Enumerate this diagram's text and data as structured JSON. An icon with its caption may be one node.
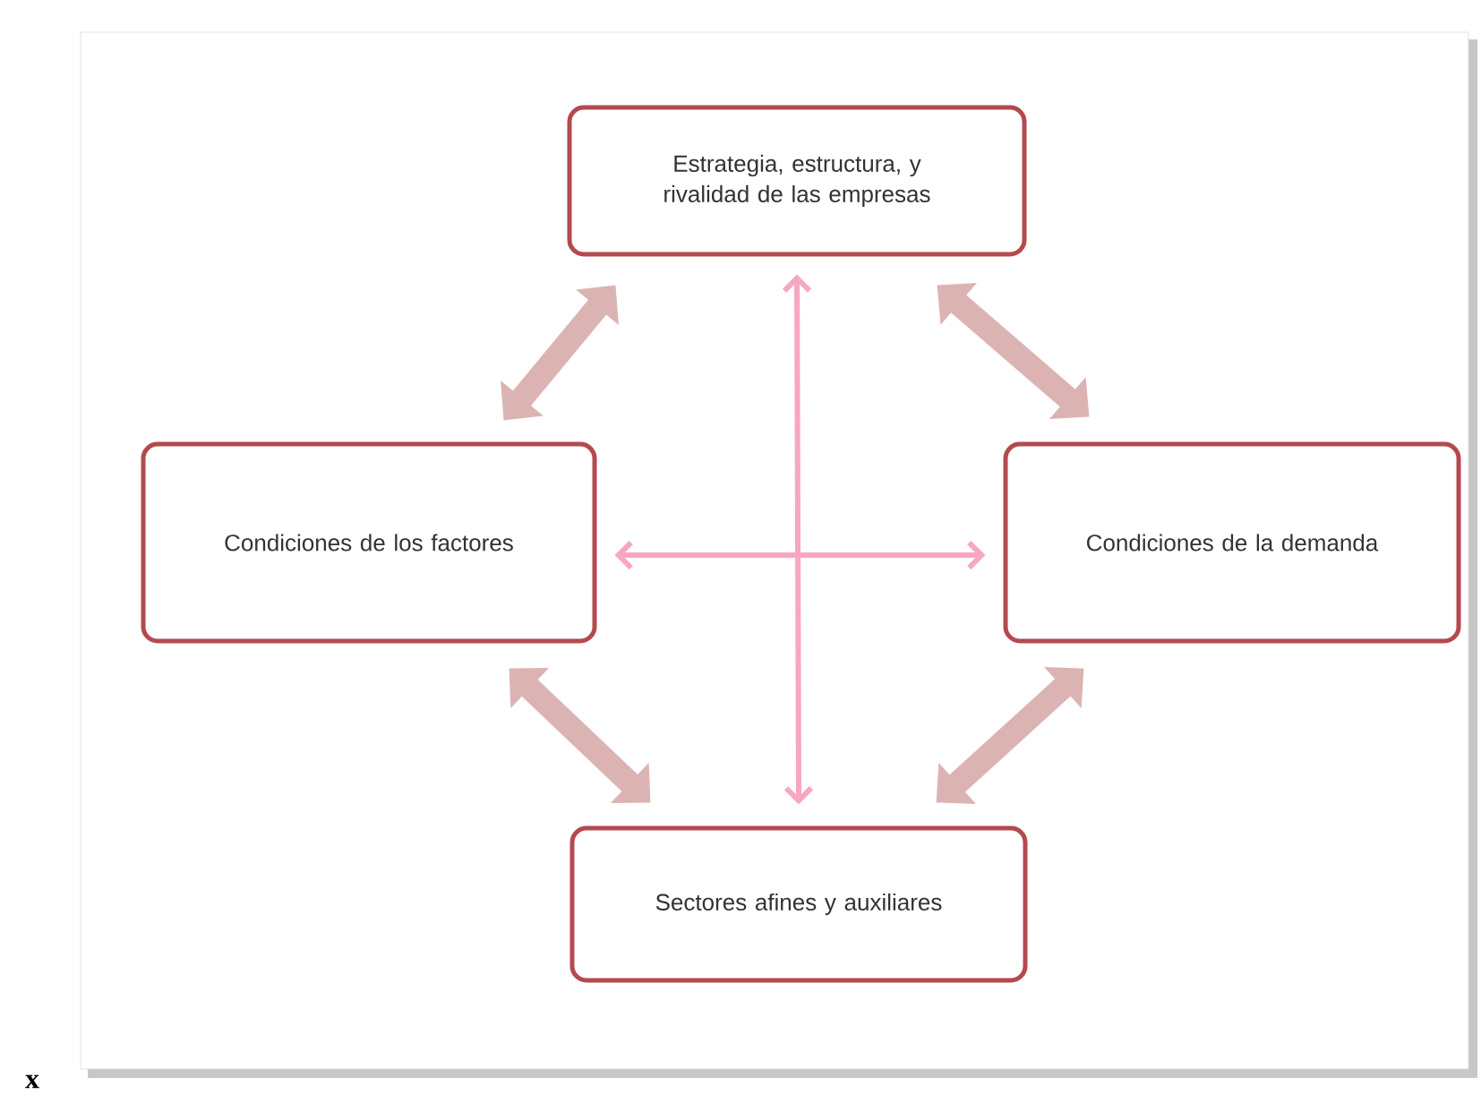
{
  "diagram": {
    "nodes": [
      {
        "text": [
          "Estrategia, estructura, y rivalidad de las empresas"
        ]
      },
      {
        "text": [
          "Condiciones de los factores"
        ]
      },
      {
        "text": [
          "Condiciones de la demanda"
        ]
      },
      {
        "text": [
          "Sectores afines y auxiliares"
        ]
      }
    ],
    "edges": [
      {
        "from": 0,
        "to": 1,
        "arrow": "both"
      },
      {
        "from": 0,
        "to": 2,
        "arrow": "both"
      },
      {
        "from": 1,
        "to": 3,
        "arrow": "both"
      },
      {
        "from": 2,
        "to": 3,
        "arrow": "both"
      },
      {
        "from": 0,
        "to": 3,
        "arrow": "both",
        "color": "#f7a6c4"
      },
      {
        "from": 1,
        "to": 2,
        "arrow": "both",
        "color": "#f7a6c4"
      }
    ],
    "labels": [
      "x"
    ]
  }
}
